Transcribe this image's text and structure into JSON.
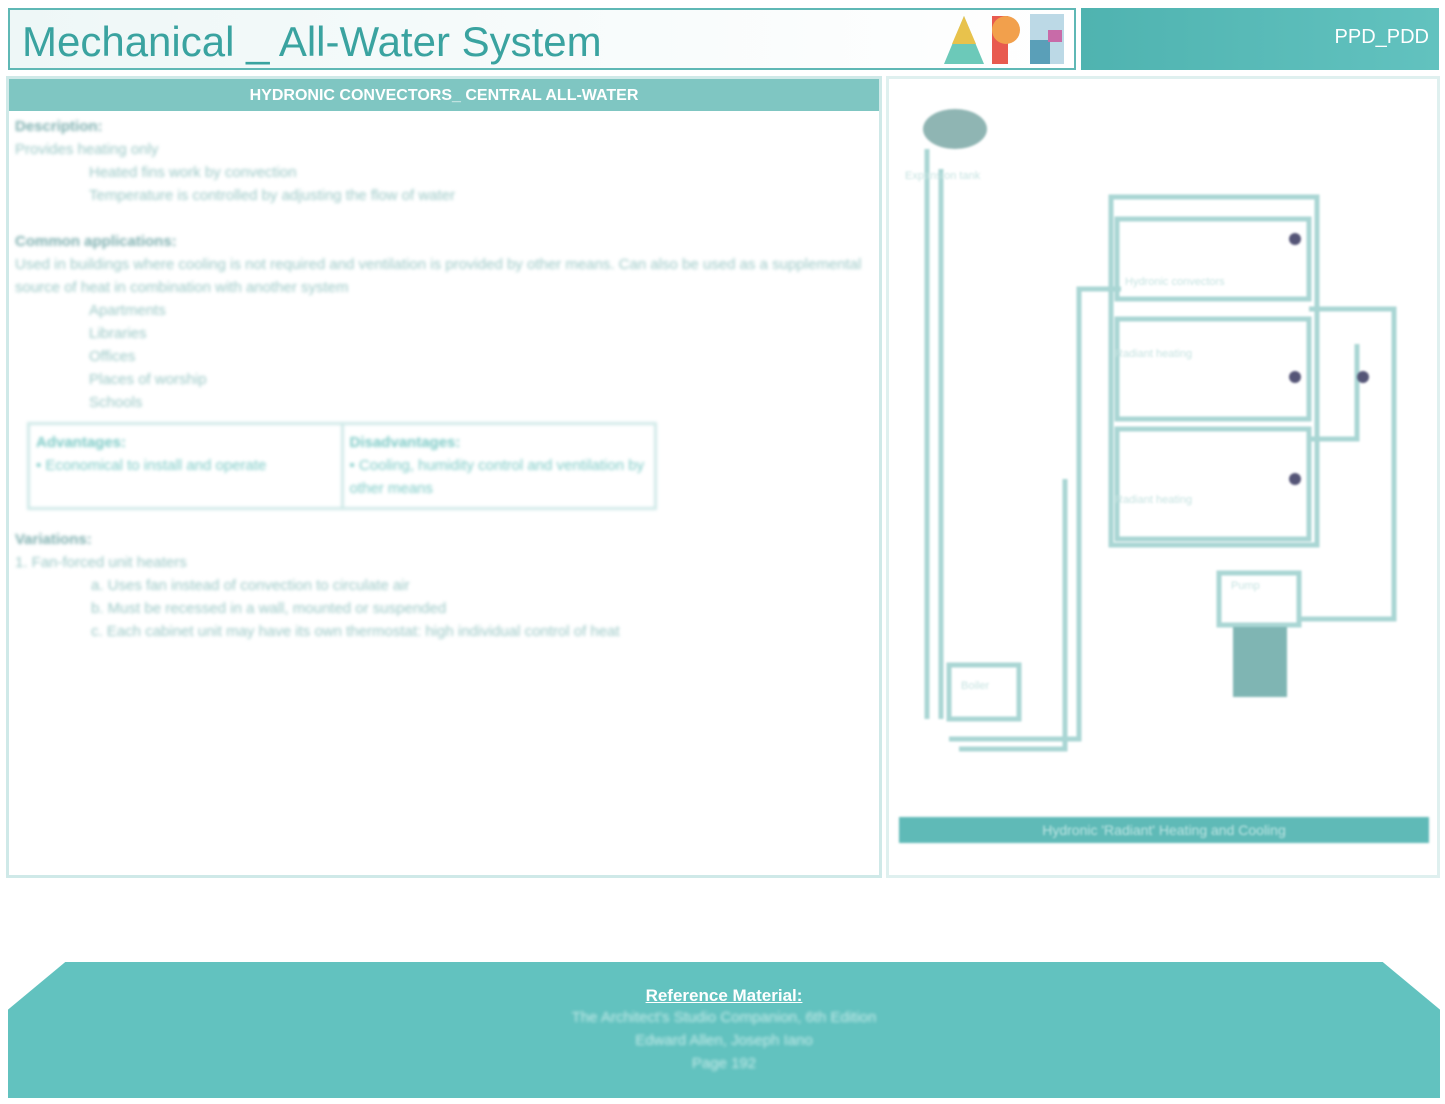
{
  "header": {
    "title": "Mechanical _ All-Water System",
    "code": "PPD_PDD",
    "logo": "ARE"
  },
  "section": {
    "title": "HYDRONIC CONVECTORS_ CENTRAL ALL-WATER",
    "description_heading": "Description:",
    "description": "Provides heating only",
    "description_bullets": [
      "Heated fins work by convection",
      "Temperature is controlled by adjusting the flow of water"
    ],
    "applications_heading": "Common applications:",
    "applications_text": "Used in buildings where cooling is not required and ventilation is provided by other means. Can also be used as a supplemental source of heat in combination with another system",
    "applications": [
      "Apartments",
      "Libraries",
      "Offices",
      "Places of worship",
      "Schools"
    ],
    "advantages_heading": "Advantages:",
    "advantages": [
      "Economical to install and operate"
    ],
    "disadvantages_heading": "Disadvantages:",
    "disadvantages": [
      "Cooling, humidity control and ventilation by other means"
    ],
    "variations_heading": "Variations:",
    "variation": "1. Fan-forced unit heaters",
    "variation_items": [
      "a. Uses fan instead of convection to circulate air",
      "b. Must be recessed in a wall, mounted or suspended",
      "c. Each cabinet unit may have its own thermostat: high individual control of heat"
    ]
  },
  "diagram": {
    "caption": "Hydronic 'Radiant' Heating and Cooling",
    "labels": [
      "Hydronic convectors",
      "Radiant heating",
      "Radiant heating",
      "Boiler",
      "Pump",
      "Expansion tank"
    ]
  },
  "footer": {
    "title": "Reference Material:",
    "lines": [
      "The Architect's Studio Companion, 6th Edition",
      "Edward Allen, Joseph Iano",
      "Page 192"
    ]
  }
}
